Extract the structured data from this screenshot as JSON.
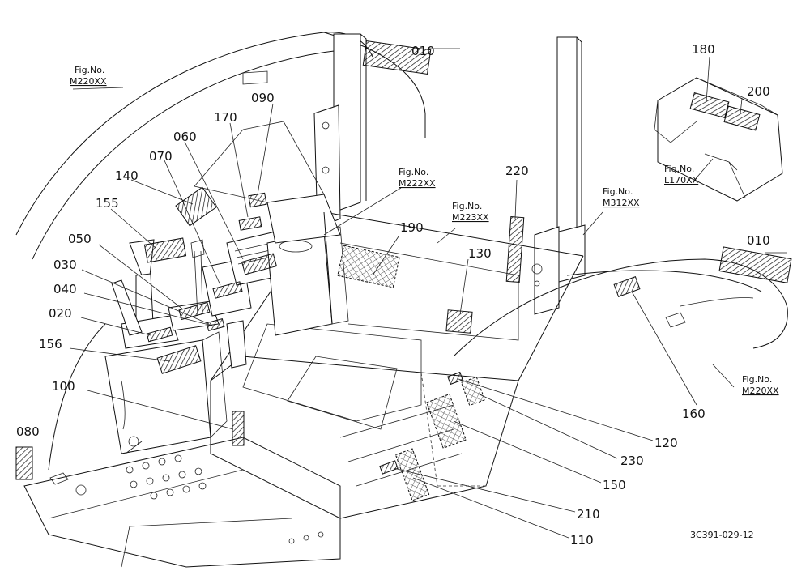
{
  "labels": {
    "p010a": "010",
    "p010b": "010",
    "p180": "180",
    "p200": "200",
    "p090": "090",
    "p170": "170",
    "p060": "060",
    "p070": "070",
    "p140": "140",
    "p155": "155",
    "p050": "050",
    "p030": "030",
    "p040": "040",
    "p020": "020",
    "p156": "156",
    "p100": "100",
    "p080": "080",
    "p220": "220",
    "p190": "190",
    "p130": "130",
    "p160": "160",
    "p120": "120",
    "p230": "230",
    "p150": "150",
    "p210": "210",
    "p110": "110"
  },
  "fig_refs": {
    "m220_top_title": "Fig.No.",
    "m220_top_code": "M220XX",
    "m222_title": "Fig.No.",
    "m222_code": "M222XX",
    "m223_title": "Fig.No.",
    "m223_code": "M223XX",
    "m312_title": "Fig.No.",
    "m312_code": "M312XX",
    "l170_title": "Fig.No.",
    "l170_code": "L170XX",
    "m220_right_title": "Fig.No.",
    "m220_right_code": "M220XX"
  },
  "drawing_code": "3C391-029-12"
}
